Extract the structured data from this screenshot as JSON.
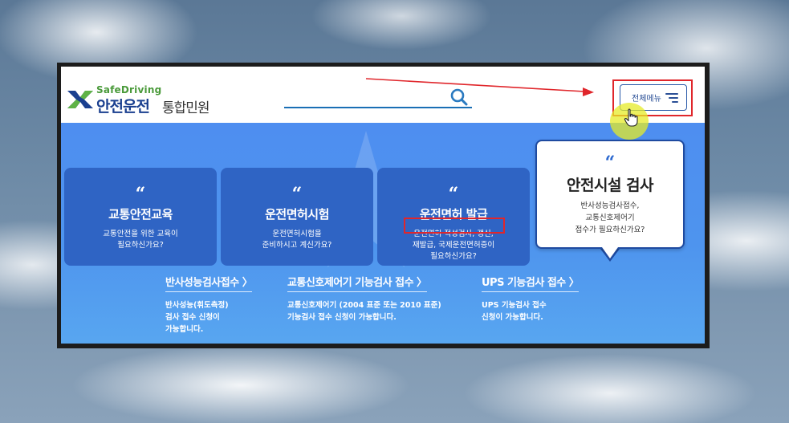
{
  "header": {
    "logo_en": "SafeDriving",
    "logo_ko": "안전운전",
    "logo_sub": "통합민원",
    "menu_label": "전체메뉴"
  },
  "cards": [
    {
      "title": "교통안전교육",
      "desc": [
        "교통안전을 위한 교육이",
        "필요하신가요?"
      ]
    },
    {
      "title": "운전면허시험",
      "desc": [
        "운전면허시험을",
        "준비하시고 계신가요?"
      ]
    },
    {
      "title": "운전면허 발급",
      "desc": [
        "운전면허 적성검사, 갱신,",
        "재발급, 국제운전면허증이",
        "필요하신가요?"
      ]
    }
  ],
  "bubble": {
    "title": "안전시설 검사",
    "desc": [
      "반사성능검사접수,",
      "교통신호제어기",
      "접수가 필요하신가요?"
    ]
  },
  "quote_mark": "“",
  "links": [
    {
      "title": "반사성능검사접수 〉",
      "desc": [
        "반사성능(휘도측정)",
        "검사 접수 신청이",
        "가능합니다."
      ]
    },
    {
      "title": "교통신호제어기 기능검사 접수 〉",
      "desc": [
        "교통신호제어기 (2004 표준 또는 2010 표준)",
        "기능검사 접수 신청이 가능합니다."
      ]
    },
    {
      "title": "UPS 기능검사 접수 〉",
      "desc": [
        "UPS 기능검사 접수",
        "신청이 가능합니다."
      ]
    }
  ],
  "colors": {
    "brand_blue": "#1a3f8f",
    "brand_green": "#4a9a3a",
    "card_blue": "#2f64c4",
    "annotation_red": "#e0262b",
    "cursor_highlight": "#e6eb28"
  }
}
